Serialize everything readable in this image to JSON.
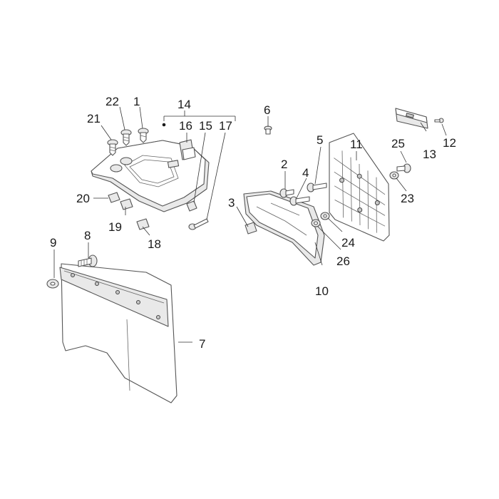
{
  "callouts": {
    "c1": "1",
    "c2": "2",
    "c3": "3",
    "c4": "4",
    "c5": "5",
    "c6": "6",
    "c7": "7",
    "c8": "8",
    "c9": "9",
    "c10": "10",
    "c11": "11",
    "c12": "12",
    "c13": "13",
    "c14": "14",
    "c15": "15",
    "c16": "16",
    "c17": "17",
    "c18": "18",
    "c19": "19",
    "c20": "20",
    "c21": "21",
    "c22": "22",
    "c23": "23",
    "c24": "24",
    "c25": "25",
    "c26": "26"
  },
  "colors": {
    "line": "#555555",
    "fill_light": "#e9e9e9",
    "text": "#1a1a1a"
  }
}
